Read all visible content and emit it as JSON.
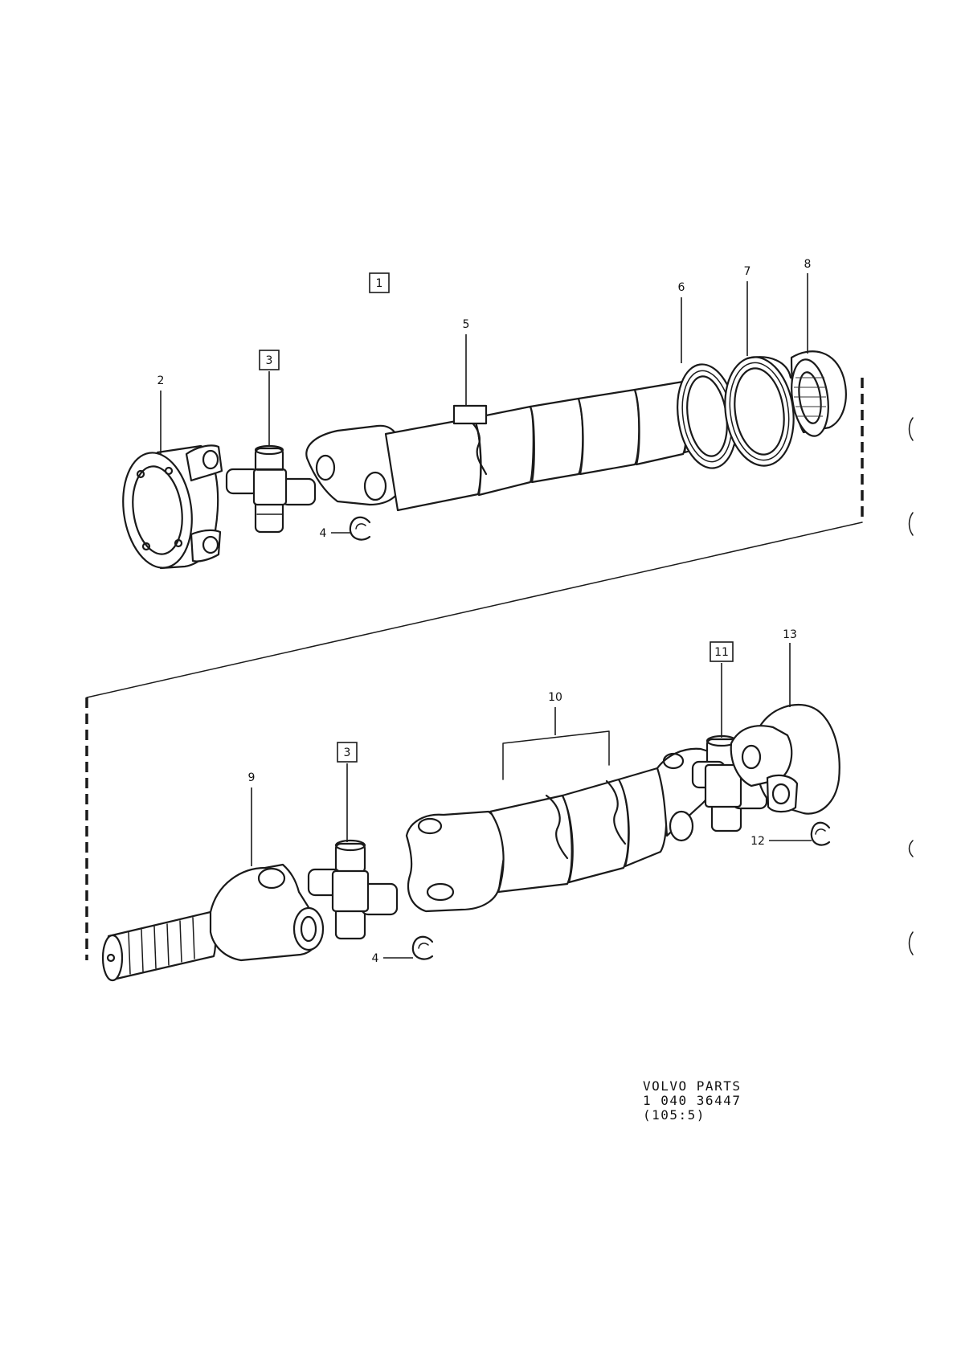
{
  "labels": {
    "assembly_upper": "1",
    "flange_yoke": "2",
    "ujoint_upper": "3",
    "circlip_upper": "4",
    "shaft_upper": "5",
    "washer": "6",
    "bearing": "7",
    "bearing_mount": "8",
    "spline_yoke": "9",
    "shaft_lower": "10",
    "ujoint_rear": "11",
    "circlip_rear": "12",
    "rear_flange_yoke": "13",
    "ujoint_lower": "3",
    "circlip_lower": "4"
  },
  "footer": {
    "line1": "VOLVO PARTS",
    "line2": "1 040 36447",
    "line3": "(105:5)"
  }
}
